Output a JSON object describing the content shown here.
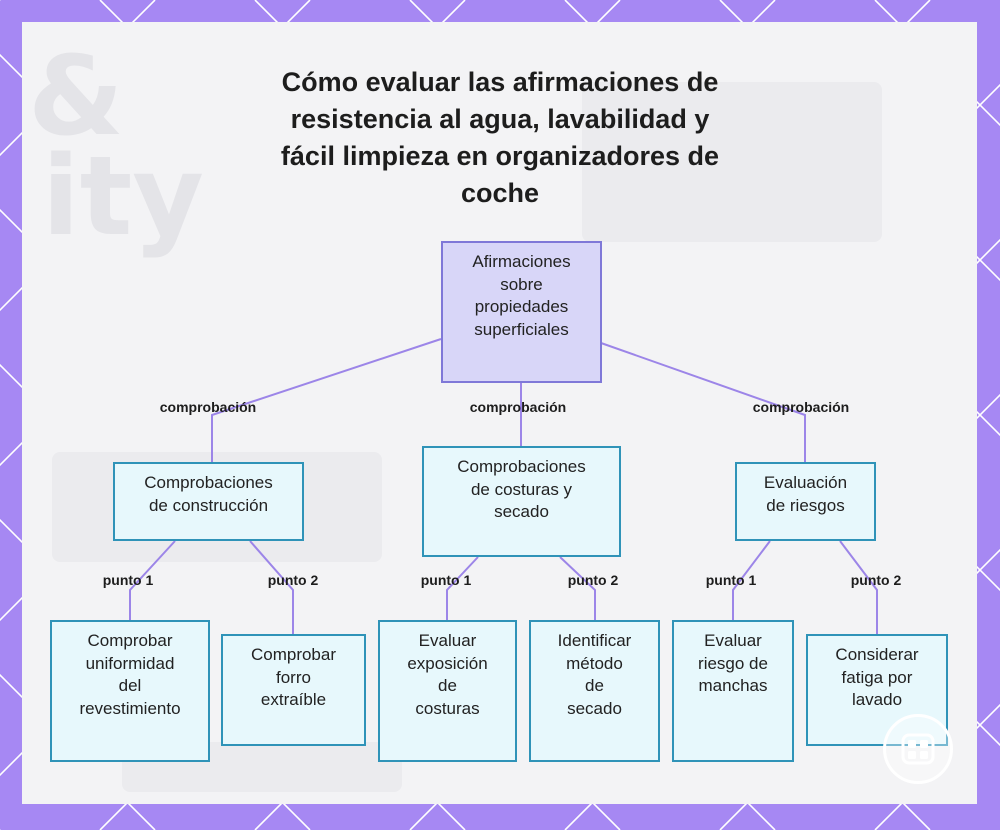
{
  "title": "Cómo evaluar las afirmaciones de resistencia al agua, lavabilidad y fácil limpieza en organizadores de coche",
  "title_lines": [
    "Cómo evaluar las afirmaciones de",
    "resistencia al agua, lavabilidad y",
    "fácil limpieza en organizadores de",
    "coche"
  ],
  "root": {
    "lines": [
      "Afirmaciones",
      "sobre",
      "propiedades",
      "superficiales"
    ]
  },
  "branches": [
    {
      "edge_label": "comprobación",
      "lines": [
        "Comprobaciones",
        "de construcción"
      ],
      "children": [
        {
          "edge_label": "punto 1",
          "lines": [
            "Comprobar",
            "uniformidad",
            "del",
            "revestimiento"
          ]
        },
        {
          "edge_label": "punto 2",
          "lines": [
            "Comprobar",
            "forro",
            "extraíble"
          ]
        }
      ]
    },
    {
      "edge_label": "comprobación",
      "lines": [
        "Comprobaciones",
        "de costuras y",
        "secado"
      ],
      "children": [
        {
          "edge_label": "punto 1",
          "lines": [
            "Evaluar",
            "exposición",
            "de",
            "costuras"
          ]
        },
        {
          "edge_label": "punto 2",
          "lines": [
            "Identificar",
            "método",
            "de",
            "secado"
          ]
        }
      ]
    },
    {
      "edge_label": "comprobación",
      "lines": [
        "Evaluación",
        "de riesgos"
      ],
      "children": [
        {
          "edge_label": "punto 1",
          "lines": [
            "Evaluar",
            "riesgo de",
            "manchas"
          ]
        },
        {
          "edge_label": "punto 2",
          "lines": [
            "Considerar",
            "fatiga por",
            "lavado"
          ]
        }
      ]
    }
  ],
  "colors": {
    "frame": "#a688f3",
    "panel": "#f3f3f5",
    "edge": "#9c85e8",
    "node_fill": "#e7f8fc",
    "node_border": "#2f93b8",
    "root_fill": "#d8d6f8",
    "root_border": "#7f78d8"
  },
  "icons": [
    "app-logo-icon"
  ]
}
